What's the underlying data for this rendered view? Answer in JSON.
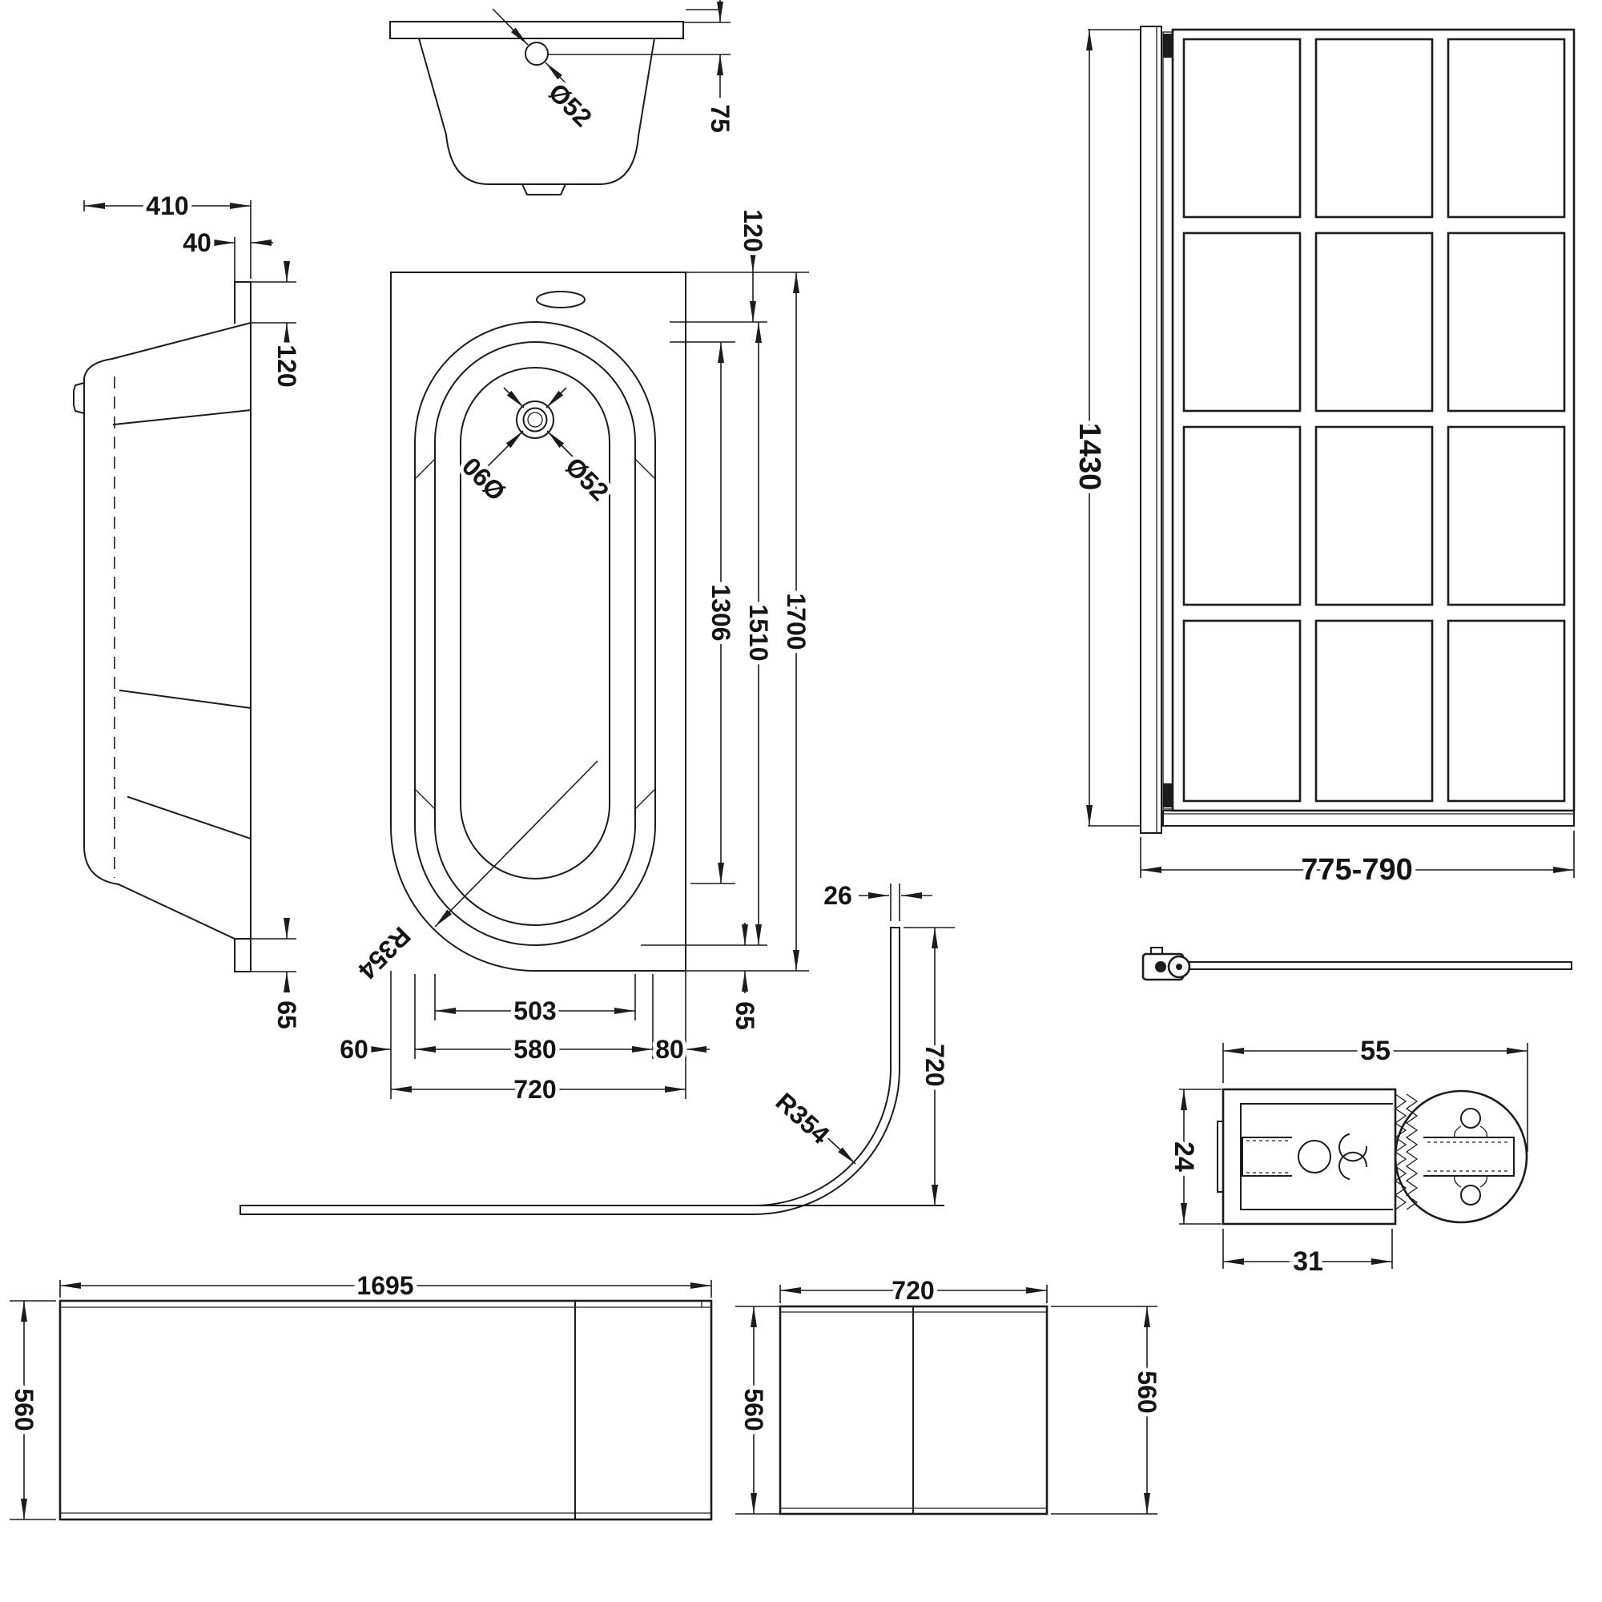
{
  "title": "bath-and-shower-screen-technical-drawing",
  "dims": {
    "section": {
      "overflow_dia": "Ø52",
      "rim_height": "75"
    },
    "side": {
      "depth": "410",
      "bracket_width": "40",
      "bracket_height": "120",
      "foot_height": "65"
    },
    "plan": {
      "deck_end": "120",
      "length_overall": "1700",
      "length_tub": "1510",
      "length_floor": "1306",
      "waste_outer_dia": "Ø90",
      "waste_dia": "Ø52",
      "corner_radius": "R354",
      "width_floor": "503",
      "width_tub": "580",
      "edge_left": "60",
      "edge_right": "80",
      "width_overall": "720",
      "foot_end": "65"
    },
    "screen": {
      "height": "1430",
      "width_range": "775-790"
    },
    "curved_panel": {
      "thickness": "26",
      "height": "720",
      "radius": "R354"
    },
    "profile": {
      "width": "55",
      "depth": "24",
      "channel_width": "31"
    },
    "front_panel": {
      "length": "1695",
      "height": "560"
    },
    "end_panel": {
      "height_left": "560",
      "width": "720",
      "height_right": "560"
    }
  }
}
